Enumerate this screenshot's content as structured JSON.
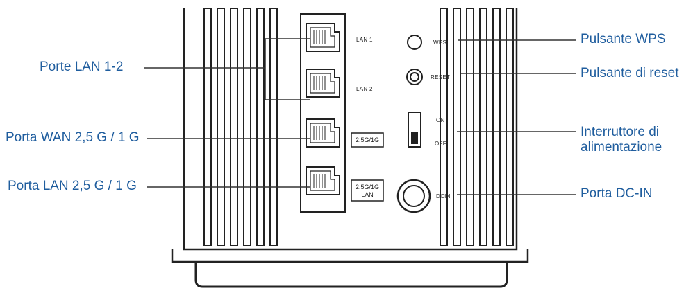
{
  "callouts": {
    "lan_ports": "Porte LAN 1-2",
    "wan_port": "Porta WAN 2,5 G / 1 G",
    "lan_25g_port": "Porta LAN 2,5 G / 1 G",
    "wps_button": "Pulsante WPS",
    "reset_button": "Pulsante di reset",
    "power_switch_line1": "Interruttore di",
    "power_switch_line2": "alimentazione",
    "dcin_port": "Porta DC-IN"
  },
  "panel_labels": {
    "lan1": "LAN 1",
    "lan2": "LAN 2",
    "wps": "WPS",
    "reset": "RESET",
    "on": "ON",
    "off": "OFF",
    "dcin": "DCIN",
    "badge_wan": "2.5G/1G",
    "badge_lan_line1": "2.5G/1G",
    "badge_lan_line2": "LAN"
  },
  "colors": {
    "callout_text": "#1f5d9e",
    "line": "#333333",
    "device": "#222222"
  }
}
